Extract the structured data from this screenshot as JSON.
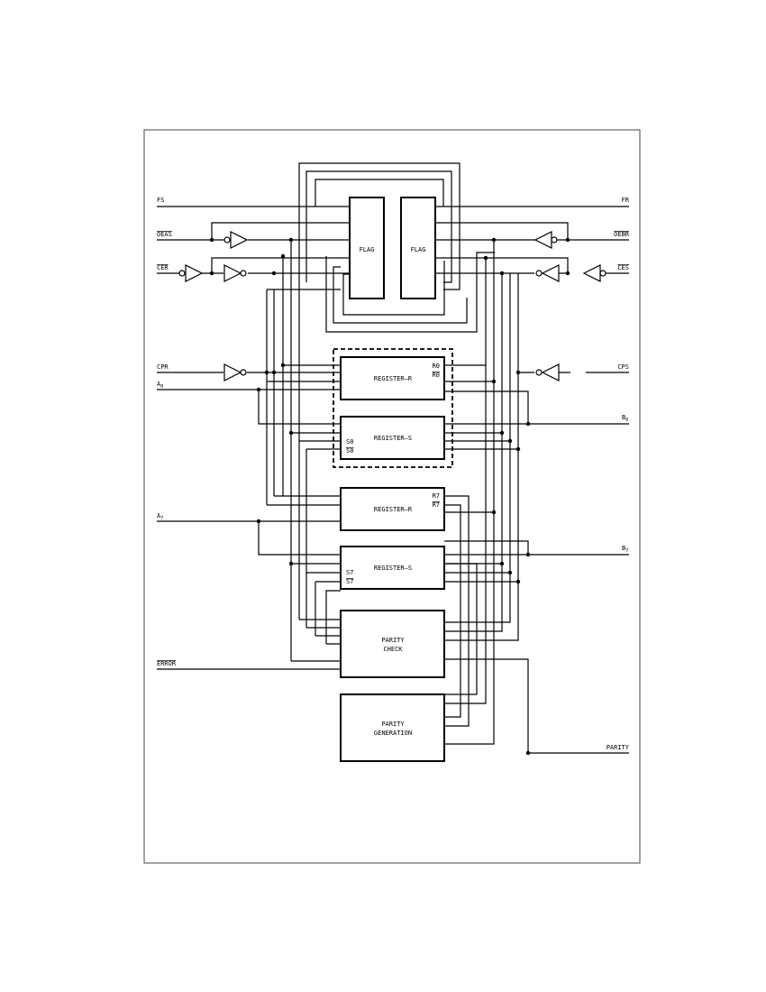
{
  "pins": {
    "fs": "FS",
    "oeas": "OEAS",
    "cer": "CER",
    "cpr": "CPR",
    "a0_base": "A",
    "a0_sub": "0",
    "a7_base": "A",
    "a7_sub": "7",
    "error": "ERROR",
    "fr": "FR",
    "oebr": "OEBR",
    "ces": "CES",
    "cps": "CPS",
    "b0_base": "B",
    "b0_sub": "0",
    "b7_base": "B",
    "b7_sub": "7",
    "parity": "PARITY"
  },
  "blocks": {
    "flag_left": "FLAG",
    "flag_right": "FLAG",
    "register_r0": "REGISTER–R",
    "r0": "R0",
    "r0_bar": "R0",
    "register_s0": "REGISTER–S",
    "s0": "S0",
    "s0_bar": "S0",
    "register_r7": "REGISTER–R",
    "r7": "R7",
    "r7_bar": "R7",
    "register_s7": "REGISTER–S",
    "s7": "S7",
    "s7_bar": "S7",
    "parity_check_1": "PARITY",
    "parity_check_2": "CHECK",
    "parity_gen_1": "PARITY",
    "parity_gen_2": "GENERATION"
  }
}
